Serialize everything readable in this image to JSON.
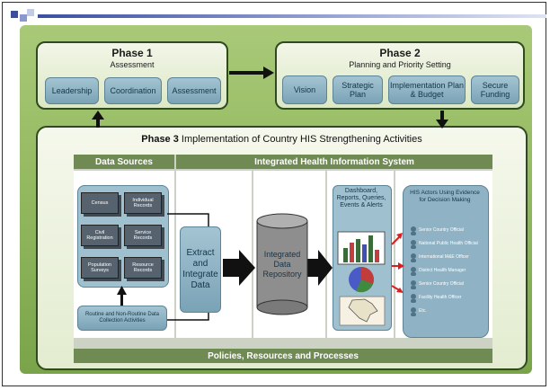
{
  "phase1": {
    "title": "Phase 1",
    "subtitle": "Assessment",
    "items": [
      "Leadership",
      "Coordination",
      "Assessment"
    ]
  },
  "phase2": {
    "title": "Phase 2",
    "subtitle": "Planning and Priority Setting",
    "items": [
      "Vision",
      "Strategic Plan",
      "Implementation Plan & Budget",
      "Secure Funding"
    ]
  },
  "phase3": {
    "title_bold": "Phase 3",
    "title_rest": " Implementation of Country HIS Strengthening Activities",
    "band_sources": "Data Sources",
    "band_ihis": "Integrated Health Information System",
    "band_bottom": "Policies, Resources and Processes",
    "sources": [
      "Census",
      "Individual Records",
      "Civil Registration",
      "Service Records",
      "Population Surveys",
      "Resource Records"
    ],
    "collection": "Routine and Non-Routine Data Collection Activities",
    "extract": "Extract and Integrate Data",
    "repository": "Integrated Data Repository",
    "dashboard": "Dashboard, Reports, Queries, Events & Alerts",
    "actors_title": "HIS Actors Using Evidence for Decision Making",
    "actors": [
      "Senior Country Official",
      "National Public Health Official",
      "International M&E Officer",
      "District Health Manager",
      "Senior Country Official",
      "Facility Health Officer",
      "Etc."
    ]
  },
  "colors": {
    "panel_green": "#8fb65c",
    "band": "#6f8a52",
    "step_box": "#8fb3c4",
    "accent_blue": "#3a4fa0"
  }
}
